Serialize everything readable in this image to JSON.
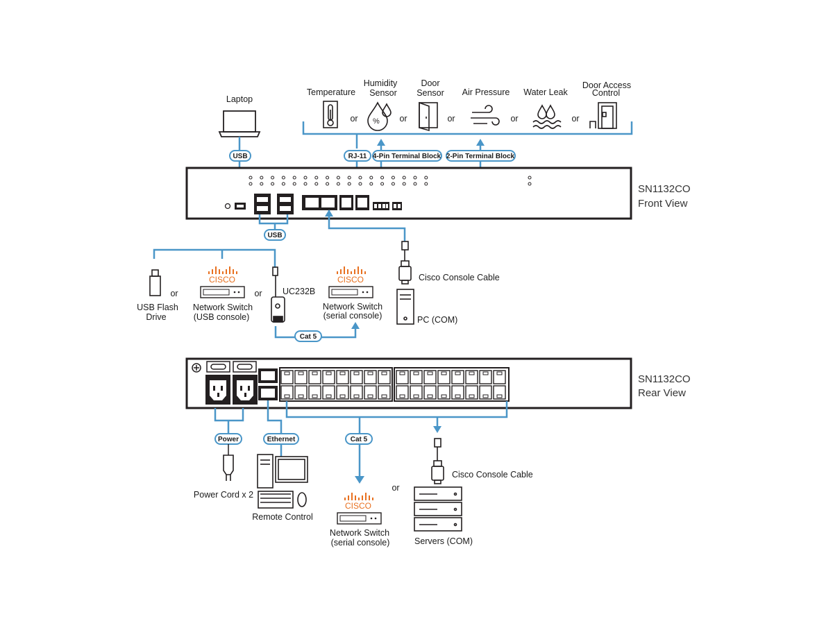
{
  "sensors": {
    "temperature": "Temperature",
    "humidity_line1": "Humidity",
    "humidity_line2": "Sensor",
    "door_line1": "Door",
    "door_line2": "Sensor",
    "air_pressure": "Air Pressure",
    "water_leak": "Water Leak",
    "door_access_line1": "Door Access",
    "door_access_line2": "Control",
    "or": "or"
  },
  "connectors": {
    "usb_laptop": "USB",
    "rj11": "RJ-11",
    "pin4": "4-Pin Terminal Block",
    "pin2": "2-Pin Terminal Block",
    "usb_front": "USB",
    "cat5_front": "Cat 5",
    "power": "Power",
    "ethernet": "Ethernet",
    "cat5_rear": "Cat 5"
  },
  "laptop": "Laptop",
  "front_title_line1": "SN1132CO",
  "front_title_line2": "Front View",
  "rear_title_line1": "SN1132CO",
  "rear_title_line2": "Rear View",
  "front_devices": {
    "usb_flash_line1": "USB Flash",
    "usb_flash_line2": "Drive",
    "switch_usb_line1": "Network Switch",
    "switch_usb_line2": "(USB console)",
    "uc232b": "UC232B",
    "switch_serial_line1": "Network Switch",
    "switch_serial_line2": "(serial console)",
    "cisco_cable": "Cisco Console Cable",
    "pc_com": "PC (COM)",
    "cisco_logo": "CISCO"
  },
  "rear_devices": {
    "power_cord": "Power Cord x 2",
    "remote_control": "Remote Control",
    "switch_serial_line1": "Network Switch",
    "switch_serial_line2": "(serial console)",
    "cisco_cable": "Cisco Console Cable",
    "servers_com": "Servers (COM)",
    "cisco_logo": "CISCO",
    "or": "or"
  },
  "colors": {
    "line": "#4a96c8",
    "device": "#231f20",
    "cisco": "#e8701f"
  }
}
